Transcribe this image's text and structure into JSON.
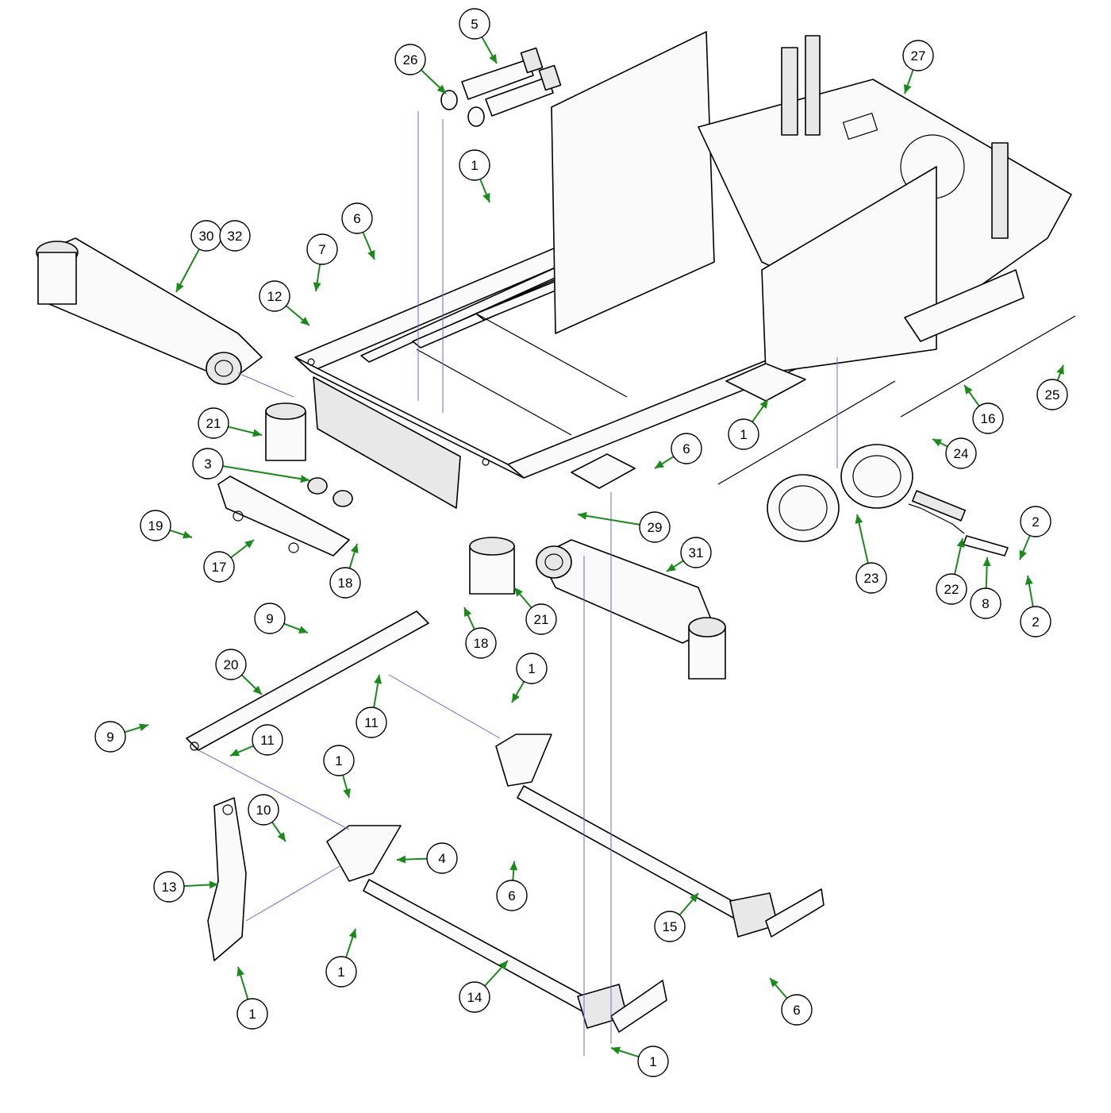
{
  "colors": {
    "line": "#000000",
    "leader": "#1a8a1a",
    "guide": "#6b6bd6",
    "background": "#ffffff"
  },
  "callouts": [
    {
      "label": "5"
    },
    {
      "label": "26"
    },
    {
      "label": "27"
    },
    {
      "label": "1"
    },
    {
      "label": "30"
    },
    {
      "label": "32"
    },
    {
      "label": "6"
    },
    {
      "label": "7"
    },
    {
      "label": "12"
    },
    {
      "label": "21"
    },
    {
      "label": "3"
    },
    {
      "label": "19"
    },
    {
      "label": "17"
    },
    {
      "label": "18"
    },
    {
      "label": "1"
    },
    {
      "label": "6"
    },
    {
      "label": "29"
    },
    {
      "label": "25"
    },
    {
      "label": "16"
    },
    {
      "label": "24"
    },
    {
      "label": "2"
    },
    {
      "label": "23"
    },
    {
      "label": "22"
    },
    {
      "label": "8"
    },
    {
      "label": "2"
    },
    {
      "label": "31"
    },
    {
      "label": "21"
    },
    {
      "label": "18"
    },
    {
      "label": "9"
    },
    {
      "label": "20"
    },
    {
      "label": "1"
    },
    {
      "label": "11"
    },
    {
      "label": "9"
    },
    {
      "label": "11"
    },
    {
      "label": "1"
    },
    {
      "label": "10"
    },
    {
      "label": "4"
    },
    {
      "label": "13"
    },
    {
      "label": "6"
    },
    {
      "label": "15"
    },
    {
      "label": "1"
    },
    {
      "label": "14"
    },
    {
      "label": "1"
    },
    {
      "label": "6"
    },
    {
      "label": "1"
    }
  ]
}
